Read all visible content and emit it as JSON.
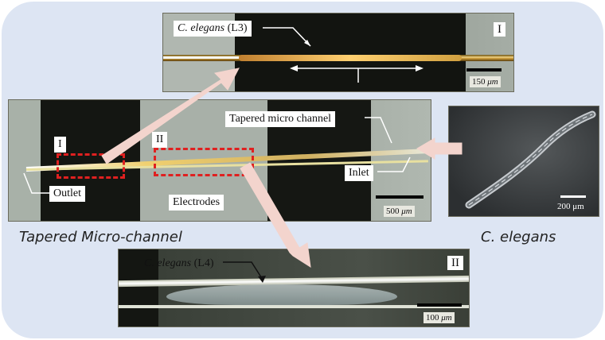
{
  "top_image": {
    "worm_label_italic": "C. elegans",
    "worm_label_stage": " (L3)",
    "section_mark": "I",
    "scale_value": "150",
    "scale_unit": "μm"
  },
  "main_image": {
    "tapered_label": "Tapered micro channel",
    "inlet_label": "Inlet",
    "outlet_label": "Outlet",
    "electrodes_label": "Electrodes",
    "region_I": "I",
    "region_II": "II",
    "scale_value": "500",
    "scale_unit": "μm"
  },
  "worm_image": {
    "scale_value": "200",
    "scale_unit": "μm"
  },
  "bottom_image": {
    "worm_label_italic": "C. elegans",
    "worm_label_stage": " (L4)",
    "section_mark": "II",
    "scale_value": "100",
    "scale_unit": "μm"
  },
  "captions": {
    "left": "Tapered Micro-channel",
    "right": "C. elegans"
  },
  "colors": {
    "panel_bg": "#dde5f3",
    "dash_red": "#e02020",
    "arrow_fill": "#f3d4cd"
  }
}
